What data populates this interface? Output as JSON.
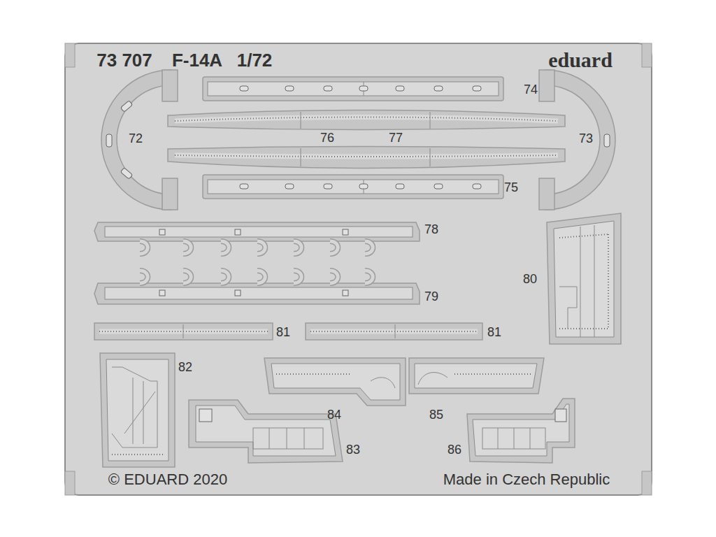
{
  "diagram": {
    "labels": [
      "73 707",
      "F-14A",
      "1/72",
      "eduard",
      "74",
      "72",
      "76",
      "77",
      "73",
      "75",
      "78",
      "80",
      "79",
      "81",
      "81",
      "82",
      "84",
      "85",
      "83",
      "86",
      "© EDUARD 2020",
      "Made in Czech Republic"
    ]
  }
}
